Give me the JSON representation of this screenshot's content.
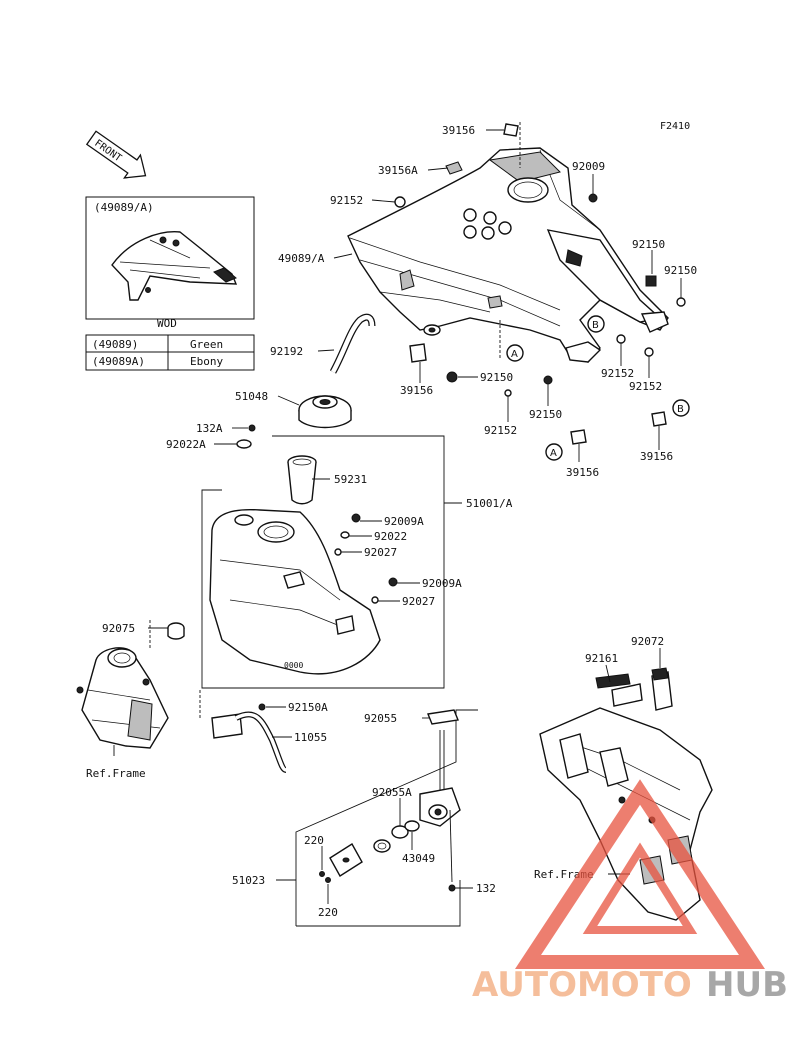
{
  "figure_code": "F2410",
  "front_arrow_text": "FRONT",
  "inset": {
    "variant_label": "(49089/A)",
    "color_title": "WOD",
    "rows": [
      {
        "part": "(49089)",
        "color": "Green"
      },
      {
        "part": "(49089A)",
        "color": "Ebony"
      }
    ]
  },
  "callouts": [
    {
      "id": "c1",
      "text": "39156"
    },
    {
      "id": "c2",
      "text": "39156A"
    },
    {
      "id": "c3",
      "text": "92009"
    },
    {
      "id": "c4",
      "text": "92152"
    },
    {
      "id": "c5",
      "text": "49089/A"
    },
    {
      "id": "c6",
      "text": "92150"
    },
    {
      "id": "c7",
      "text": "92150"
    },
    {
      "id": "c8",
      "text": "92192"
    },
    {
      "id": "c9",
      "text": "39156"
    },
    {
      "id": "c10",
      "text": "92150"
    },
    {
      "id": "c11",
      "text": "92152"
    },
    {
      "id": "c12",
      "text": "92152"
    },
    {
      "id": "c13",
      "text": "51048"
    },
    {
      "id": "c14",
      "text": "92150"
    },
    {
      "id": "c15",
      "text": "92152"
    },
    {
      "id": "c16",
      "text": "132A"
    },
    {
      "id": "c17",
      "text": "92022A"
    },
    {
      "id": "c18",
      "text": "39156"
    },
    {
      "id": "c19",
      "text": "39156"
    },
    {
      "id": "c20",
      "text": "59231"
    },
    {
      "id": "c21",
      "text": "51001/A"
    },
    {
      "id": "c22",
      "text": "92009A"
    },
    {
      "id": "c23",
      "text": "92022"
    },
    {
      "id": "c24",
      "text": "92027"
    },
    {
      "id": "c25",
      "text": "92009A"
    },
    {
      "id": "c26",
      "text": "92027"
    },
    {
      "id": "c27",
      "text": "92075"
    },
    {
      "id": "c28",
      "text": "92072"
    },
    {
      "id": "c29",
      "text": "92161"
    },
    {
      "id": "c30",
      "text": "92150A"
    },
    {
      "id": "c31",
      "text": "11055"
    },
    {
      "id": "c32",
      "text": "Ref.Frame"
    },
    {
      "id": "c33",
      "text": "92055"
    },
    {
      "id": "c34",
      "text": "92055A"
    },
    {
      "id": "c35",
      "text": "220"
    },
    {
      "id": "c36",
      "text": "43049"
    },
    {
      "id": "c37",
      "text": "51023"
    },
    {
      "id": "c38",
      "text": "Ref.Frame"
    },
    {
      "id": "c39",
      "text": "132"
    },
    {
      "id": "c40",
      "text": "220"
    }
  ],
  "ref_marks": {
    "a": "A",
    "b": "B"
  },
  "watermark": {
    "part1": "AUTOMOTO",
    "part2": "HUB",
    "color1": "#f2a97a",
    "color2": "#8a8a8a",
    "logo_color": "#e8533f"
  }
}
